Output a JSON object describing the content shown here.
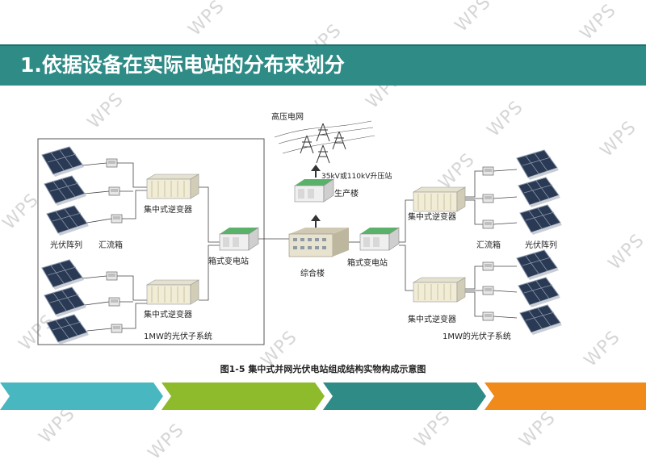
{
  "banner": {
    "title": "1.依据设备在实际电站的分布来划分",
    "color": "#2e8b86"
  },
  "diagram": {
    "grid_label": "高压电网",
    "substation_label": "35kV或110kV升压站",
    "production_building": "生产楼",
    "complex_building": "综合楼",
    "left": {
      "pv_array": "光伏阵列",
      "combiner": "汇流箱",
      "inverter_top": "集中式逆变器",
      "inverter_bottom": "集中式逆变器",
      "box_transformer": "箱式变电站",
      "subsystem": "1MW的光伏子系统"
    },
    "right": {
      "inverter_top": "集中式逆变器",
      "combiner": "汇流箱",
      "pv_array": "光伏阵列",
      "inverter_bottom": "集中式逆变器",
      "box_transformer": "箱式变电站",
      "subsystem": "1MW的光伏子系统"
    },
    "caption": "图1-5 集中式并网光伏电站组成结构实物构成示意图"
  },
  "arrow_band_colors": [
    "#49b7c0",
    "#8dbb2c",
    "#2e8b86",
    "#f08a1a"
  ],
  "watermark": "WPS"
}
